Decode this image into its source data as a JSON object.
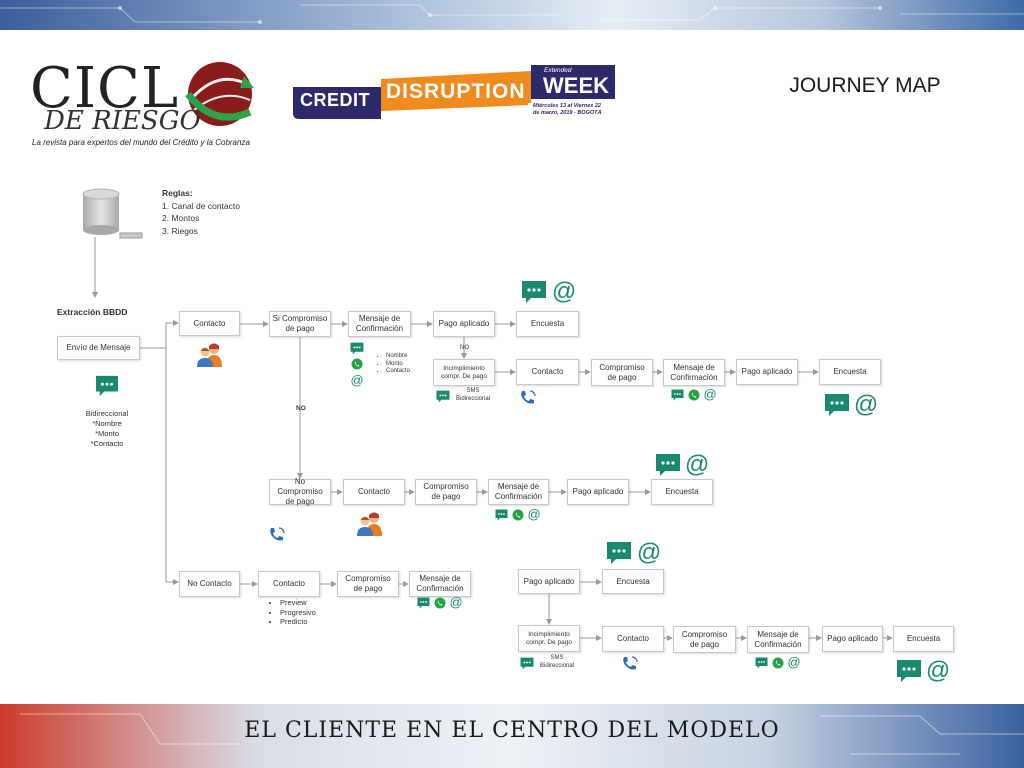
{
  "header": {
    "journey_title": "JOURNEY MAP",
    "ciclo_title": "CICL",
    "ciclo_sub": "DE RIESGO",
    "ciclo_tagline": "La revista para expertos del mundo del Crédito y la Cobranza",
    "event": {
      "credit": "CREDIT",
      "disruption": "DISRUPTION",
      "extended": "Extended",
      "week": "WEEK",
      "dates": "Miércoles 13 al Viernes 22\nde marzo, 2019 - BOGOTÁ"
    }
  },
  "footer": {
    "title": "EL CLIENTE EN EL CENTRO DEL MODELO"
  },
  "rules": {
    "title": "Reglas:",
    "items": [
      "1. Canal de contacto",
      "2. Montos",
      "3. Riegos"
    ]
  },
  "extraction_label": "Extracción BBDD",
  "envio": "Envío de Mensaje",
  "bidireccional": "Bidireccional\n*Nombre\n*Monto\n*Contacto",
  "no_label": "NO",
  "no_label_small": "NO",
  "mini_bullets": [
    "Nombre",
    "Monto",
    "Contacto"
  ],
  "row1": [
    "Contacto",
    "Si Compromiso\nde pago",
    "Mensaje de\nConfirmación",
    "Pago aplicado",
    "Encuesta"
  ],
  "row2": [
    "Incimplimiento\ncompr. De pago",
    "Contacto",
    "Compromiso\nde pago",
    "Mensaje de\nConfirmación",
    "Pago aplicado",
    "Encuesta"
  ],
  "row3": [
    "No Compromiso\nde pago",
    "Contacto",
    "Compromiso\nde pago",
    "Mensaje de\nConfirmación",
    "Pago aplicado",
    "Encuesta"
  ],
  "row4": [
    "No Contacto",
    "Contacto",
    "Compromiso\nde pago",
    "Mensaje de\nConfirmación",
    "Pago aplicado",
    "Encuesta"
  ],
  "row5": [
    "Incimplimiento\ncompr. De pago",
    "Contacto",
    "Compromiso\nde pago",
    "Mensaje de\nConfirmación",
    "Pago aplicado",
    "Encuesta"
  ],
  "sms_label": "SMS\nBidireccional",
  "dialer_modes": [
    "Preview",
    "Progresivo",
    "Predicto"
  ],
  "colors": {
    "teal": "#1a8a6e",
    "whatsapp": "#25a244",
    "email": "#1a8a6e",
    "line": "#9a9a9a",
    "orange": "#f08a1c",
    "navy": "#2d2a6b"
  },
  "icons": [
    "database-icon",
    "chat-icon",
    "whatsapp-icon",
    "email-icon",
    "people-icon",
    "phone-icon"
  ]
}
